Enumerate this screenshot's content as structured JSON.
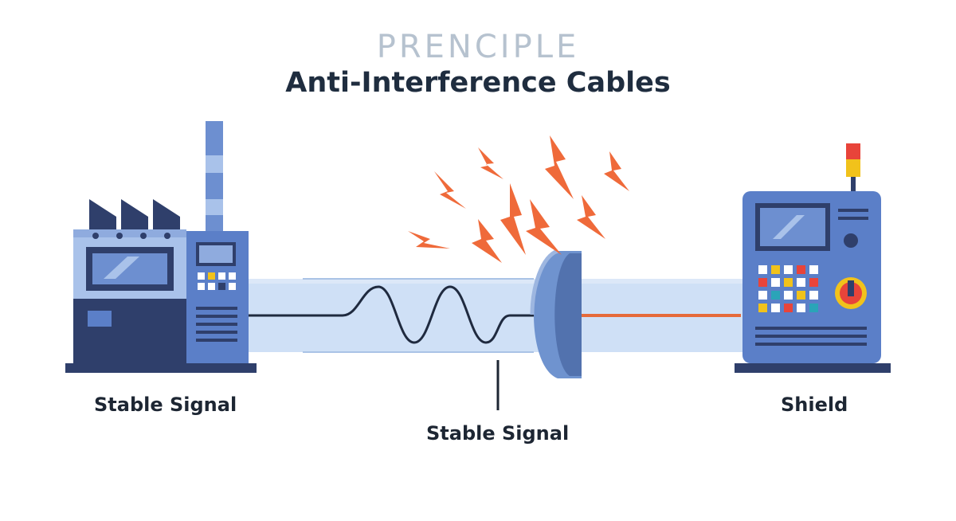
{
  "header": {
    "kicker": "PRENCIPLE",
    "title": "Anti-Interference Cables"
  },
  "labels": {
    "left_machine": "Stable Signal",
    "cable_center": "Stable Signal",
    "right_machine": "Shield"
  },
  "colors": {
    "machine_blue": "#5b7fc8",
    "machine_light": "#a9c2ea",
    "machine_dark": "#2f3f6b",
    "cable_tube": "#cfe0f6",
    "signal_line": "#1f2a3f",
    "shielded_signal": "#e66a3a",
    "interference_bolts": "#ef6a3a",
    "beacon_red": "#e8443a",
    "beacon_yellow": "#f1c21b"
  },
  "icons": [
    "factory-machine-icon",
    "control-cabinet-icon",
    "lightning-interference-icon",
    "shield-cap-icon"
  ]
}
